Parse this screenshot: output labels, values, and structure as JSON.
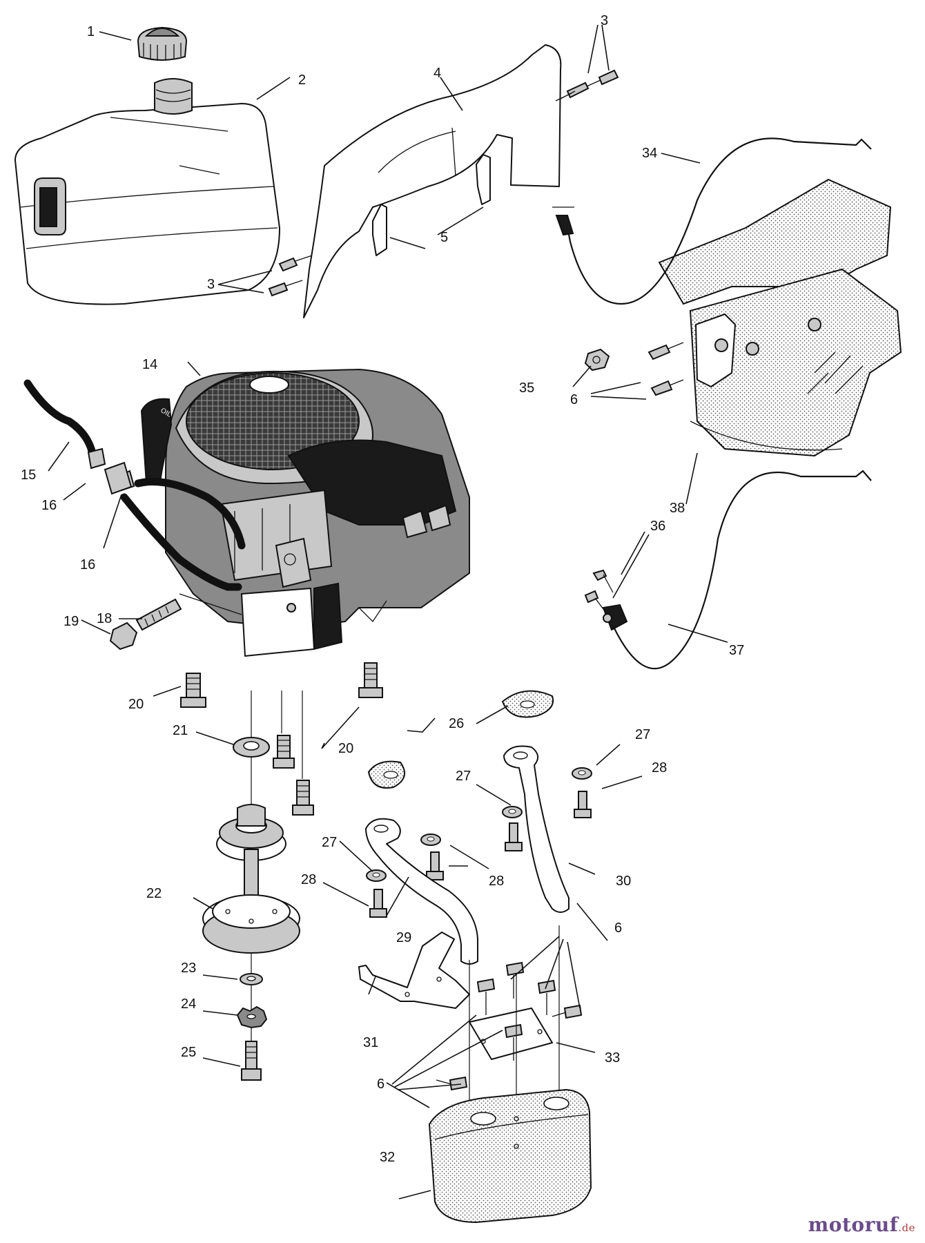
{
  "callouts": [
    {
      "id": "label-1",
      "text": "1"
    },
    {
      "id": "label-2",
      "text": "2"
    },
    {
      "id": "label-3-top",
      "text": "3"
    },
    {
      "id": "label-3-left",
      "text": "3"
    },
    {
      "id": "label-4",
      "text": "4"
    },
    {
      "id": "label-5",
      "text": "5"
    },
    {
      "id": "label-6-a",
      "text": "6"
    },
    {
      "id": "label-6-b",
      "text": "6"
    },
    {
      "id": "label-6-c",
      "text": "6"
    },
    {
      "id": "label-14",
      "text": "14"
    },
    {
      "id": "label-15",
      "text": "15"
    },
    {
      "id": "label-16-a",
      "text": "16"
    },
    {
      "id": "label-16-b",
      "text": "16"
    },
    {
      "id": "label-18",
      "text": "18"
    },
    {
      "id": "label-19",
      "text": "19"
    },
    {
      "id": "label-20-a",
      "text": "20"
    },
    {
      "id": "label-20-b",
      "text": "20"
    },
    {
      "id": "label-21",
      "text": "21"
    },
    {
      "id": "label-22",
      "text": "22"
    },
    {
      "id": "label-23",
      "text": "23"
    },
    {
      "id": "label-24",
      "text": "24"
    },
    {
      "id": "label-25",
      "text": "25"
    },
    {
      "id": "label-26",
      "text": "26"
    },
    {
      "id": "label-27-a",
      "text": "27"
    },
    {
      "id": "label-27-b",
      "text": "27"
    },
    {
      "id": "label-27-c",
      "text": "27"
    },
    {
      "id": "label-28-a",
      "text": "28"
    },
    {
      "id": "label-28-b",
      "text": "28"
    },
    {
      "id": "label-28-c",
      "text": "28"
    },
    {
      "id": "label-29",
      "text": "29"
    },
    {
      "id": "label-30",
      "text": "30"
    },
    {
      "id": "label-31",
      "text": "31"
    },
    {
      "id": "label-32",
      "text": "32"
    },
    {
      "id": "label-33",
      "text": "33"
    },
    {
      "id": "label-34",
      "text": "34"
    },
    {
      "id": "label-35",
      "text": "35"
    },
    {
      "id": "label-36",
      "text": "36"
    },
    {
      "id": "label-37",
      "text": "37"
    },
    {
      "id": "label-38",
      "text": "38"
    }
  ],
  "engine_decal": "OIL",
  "watermark": {
    "brand": "motoruf",
    "tld": ".de"
  },
  "colors": {
    "ink": "#111111",
    "watermark_brand": "#6b4c8a",
    "watermark_tld": "#b04040"
  }
}
